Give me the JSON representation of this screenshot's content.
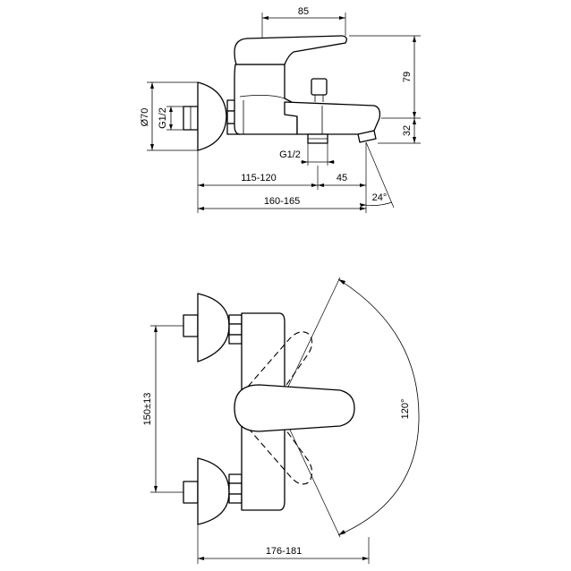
{
  "side_view": {
    "dims": {
      "handle_length": "85",
      "height_to_spout": "79",
      "outlet_height": "32",
      "rosette_diameter": "Ø70",
      "inlet_thread": "G1/2",
      "outlet_thread": "G1/2",
      "depth_body": "115-120",
      "depth_outlet": "45",
      "depth_total": "160-165",
      "spout_angle": "24°"
    }
  },
  "top_view": {
    "dims": {
      "inlet_spacing": "150±13",
      "depth_total": "176-181",
      "rotation_angle": "120°"
    }
  }
}
